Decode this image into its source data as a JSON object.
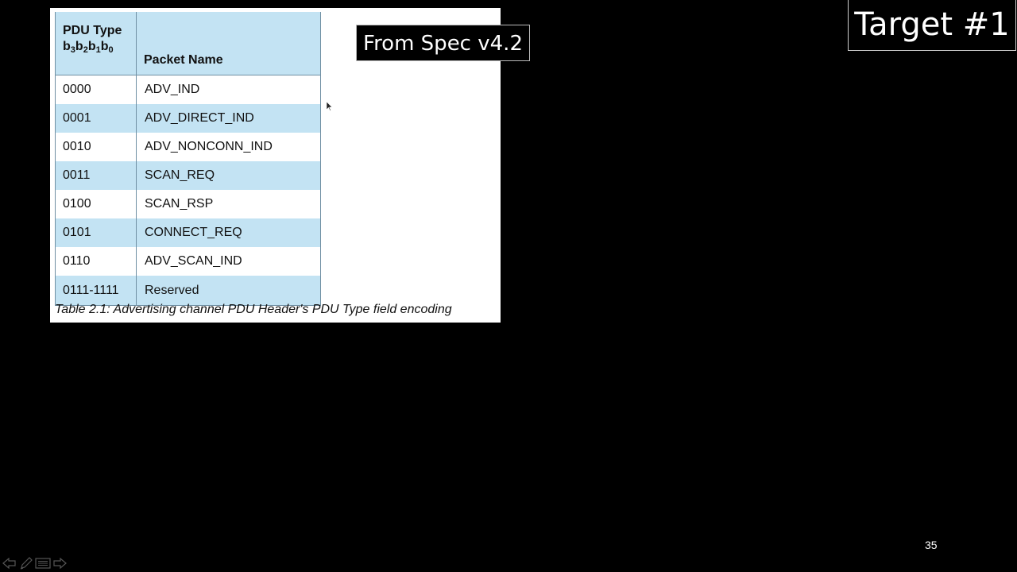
{
  "spec_table": {
    "header": {
      "col1_line1": "PDU Type",
      "col1_line2_parts": [
        "b",
        "3",
        "b",
        "2",
        "b",
        "1",
        "b",
        "0"
      ],
      "col2": "Packet Name"
    },
    "rows": [
      {
        "code": "0000",
        "name": "ADV_IND"
      },
      {
        "code": "0001",
        "name": "ADV_DIRECT_IND"
      },
      {
        "code": "0010",
        "name": "ADV_NONCONN_IND"
      },
      {
        "code": "0011",
        "name": "SCAN_REQ"
      },
      {
        "code": "0100",
        "name": "SCAN_RSP"
      },
      {
        "code": "0101",
        "name": "CONNECT_REQ"
      },
      {
        "code": "0110",
        "name": "ADV_SCAN_IND"
      },
      {
        "code": "0111-1111",
        "name": "Reserved"
      }
    ],
    "caption": "Table 2.1:  Advertising channel PDU Header's PDU Type field encoding"
  },
  "spec_badge": "From Spec v4.2",
  "target_label": "Target #1",
  "page_number": "35",
  "nav_icons": [
    "prev-arrow-icon",
    "pen-icon",
    "menu-icon",
    "next-arrow-icon"
  ],
  "colors": {
    "background": "#000000",
    "table_stripe": "#c3e3f3",
    "table_border": "#6f8fa3"
  }
}
